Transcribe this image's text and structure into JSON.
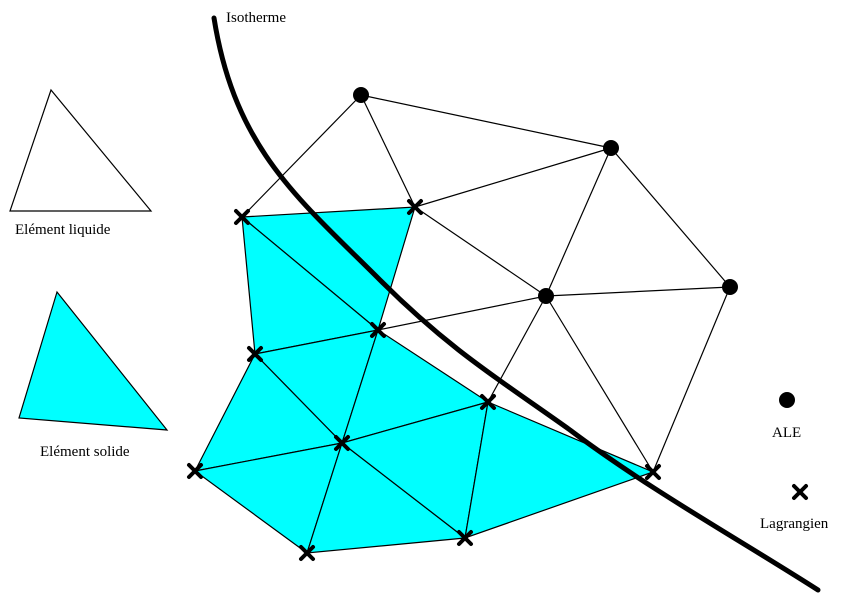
{
  "labels": {
    "isotherme": "Isotherme",
    "element_liquide": "Elément liquide",
    "element_solide": "Elément solide",
    "ale": "ALE",
    "lagrangien": "Lagrangien"
  },
  "colors": {
    "solid_fill": "#00ffff",
    "line": "#000000",
    "background": "#ffffff"
  },
  "node_types": {
    "ale": "filled-circle",
    "lagrangien": "cross"
  }
}
